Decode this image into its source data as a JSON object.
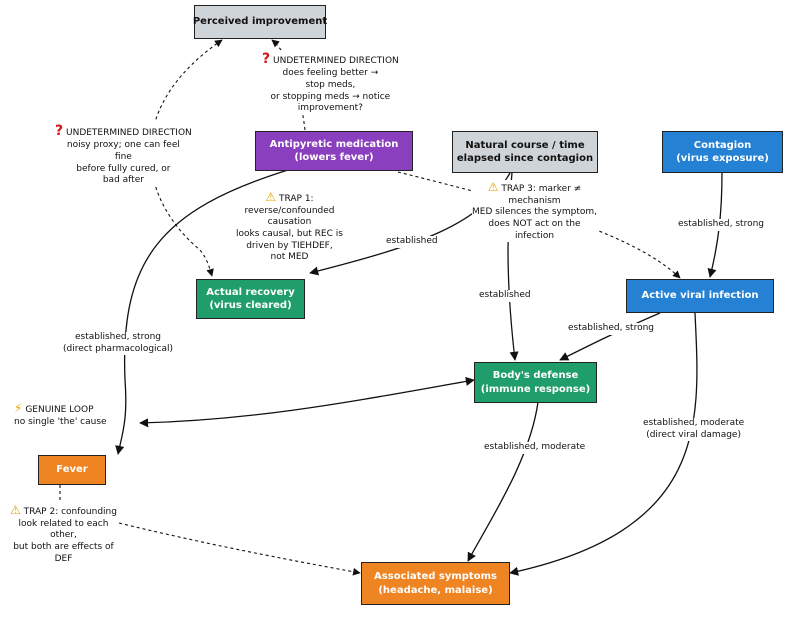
{
  "nodes": {
    "perceived": "Perceived improvement",
    "antipyretic": [
      "Antipyretic medication",
      "(lowers fever)"
    ],
    "natural": [
      "Natural course / time",
      "elapsed since contagion"
    ],
    "contagion": [
      "Contagion",
      "(virus exposure)"
    ],
    "recovery": [
      "Actual recovery",
      "(virus cleared)"
    ],
    "viral": "Active viral infection",
    "defense": [
      "Body's defense",
      "(immune response)"
    ],
    "fever": "Fever",
    "symptoms": [
      "Associated symptoms",
      "(headache, malaise)"
    ]
  },
  "edge_labels": {
    "natural_recovery": "established",
    "natural_defense": "established",
    "contagion_viral": "established, strong",
    "viral_defense": "established, strong",
    "antipyretic_fever": [
      "established, strong",
      "(direct pharmacological)"
    ],
    "defense_symptoms": "established, moderate",
    "viral_symptoms": [
      "established, moderate",
      "(direct viral damage)"
    ]
  },
  "notes": {
    "undetermined_top": [
      "UNDETERMINED DIRECTION",
      "does feeling better →",
      "stop meds,",
      "or stopping meds → notice",
      "improvement?"
    ],
    "undetermined_left": [
      "UNDETERMINED DIRECTION",
      "noisy proxy; one can feel",
      "fine",
      "before fully cured, or",
      "bad after"
    ],
    "trap1": [
      "TRAP 1:",
      "reverse/confounded",
      "causation",
      "looks causal, but REC is",
      "driven by TIEHDEF,",
      "not MED"
    ],
    "trap3": [
      "TRAP 3: marker ≠",
      "mechanism",
      "MED silences the symptom,",
      "does NOT act on the",
      "infection"
    ],
    "loop": [
      "GENUINE LOOP",
      "no single 'the' cause"
    ],
    "trap2": [
      "TRAP 2: confounding",
      "look related to each",
      "other,",
      "but both are effects of",
      "DEF"
    ]
  },
  "icons": {
    "question": "question-mark-icon",
    "warning": "warning-icon",
    "lightning": "lightning-icon"
  },
  "colors": {
    "gray": "#cfd4d8",
    "purple": "#8a3fbf",
    "green": "#1f9d6a",
    "blue": "#2481d4",
    "orange": "#ef8422"
  }
}
